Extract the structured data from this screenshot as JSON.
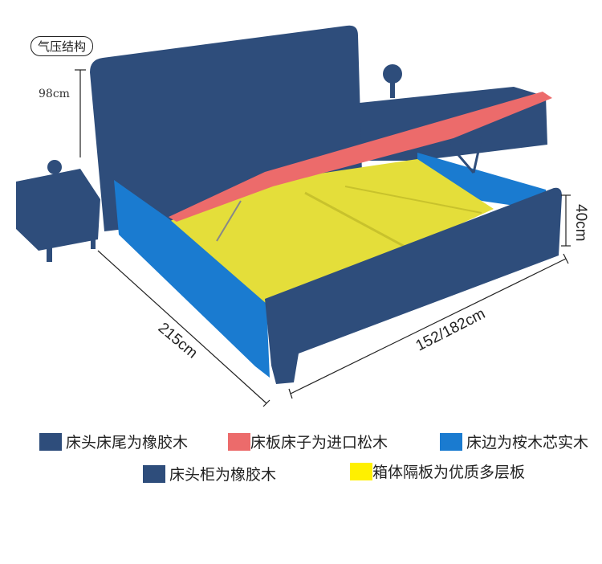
{
  "tag_label": "气压结构",
  "dimensions": {
    "headboard_height": "98cm",
    "bed_height": "40cm",
    "length": "215cm",
    "width": "152/182cm"
  },
  "colors": {
    "navy": "#2E4D7B",
    "red": "#EC6B6B",
    "blue": "#1A7BD0",
    "yellow": "#FFF000"
  },
  "legend": [
    {
      "label": "床头床尾为橡胶木",
      "color": "#2E4D7B"
    },
    {
      "label": "床板床子为进口松木",
      "color": "#EC6B6B"
    },
    {
      "label": "床边为桉木芯实木",
      "color": "#1A7BD0"
    },
    {
      "label": "床头柜为橡胶木",
      "color": "#2E4D7B"
    },
    {
      "label": "箱体隔板为优质多层板",
      "color": "#FFF000"
    }
  ]
}
